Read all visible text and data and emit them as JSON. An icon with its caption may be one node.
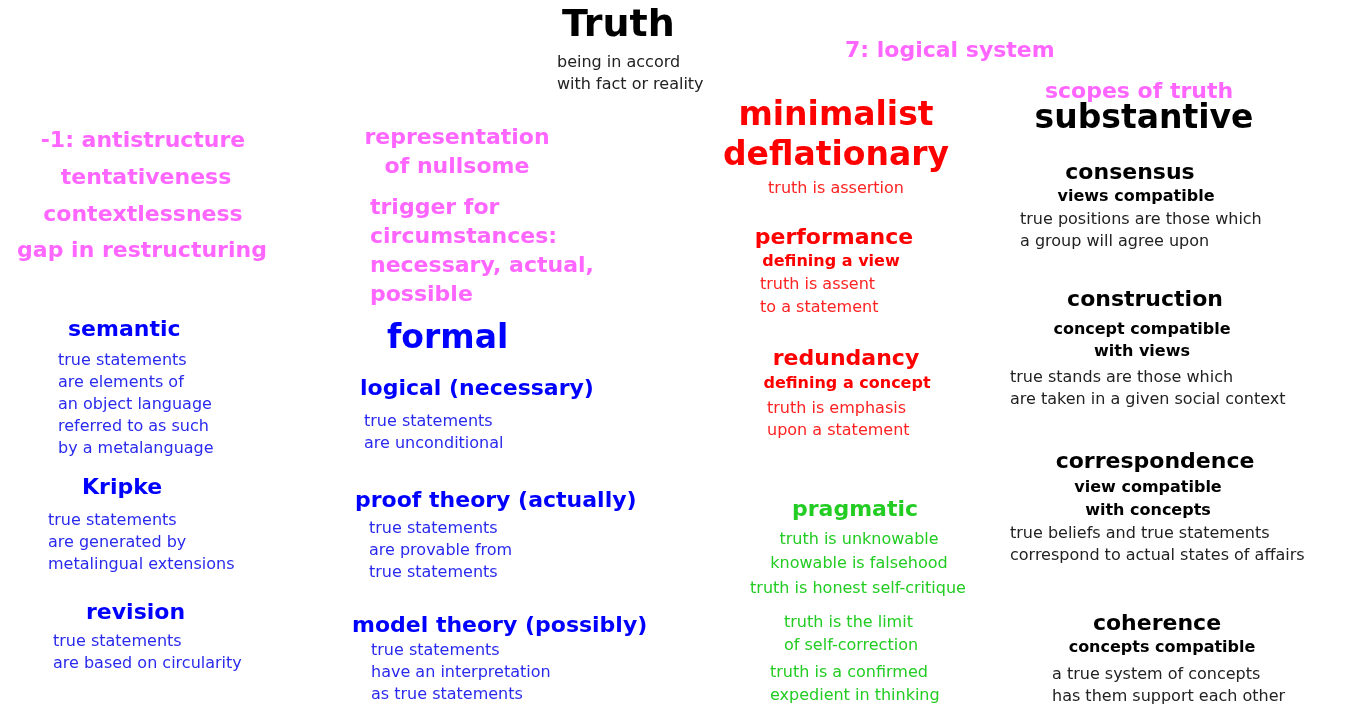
{
  "diagram": {
    "title": "Truth",
    "labels": [
      "being in accord with fact or reality",
      "7: logical system",
      "-1: antistructure",
      "tentativeness",
      "contextlessness",
      "gap in restructuring",
      "representation of nullsome",
      "trigger for circumstances: necessary, actual, possible",
      "formal",
      "semantic",
      "true statements are elements of an object language referred to as such by a metalanguage",
      "logical (necessary)",
      "true statements are unconditional",
      "Kripke",
      "true statements are generated by metalingual extensions",
      "proof theory (actually)",
      "true statements are provable from true statements",
      "revision",
      "true statements are based on circularity",
      "model theory (possibly)",
      "true statements have an interpretation as true statements",
      "minimalist deflationary",
      "truth is assertion",
      "performance",
      "defining a view",
      "truth is assent to a statement",
      "redundancy",
      "defining a concept",
      "truth is emphasis upon a statement",
      "pragmatic",
      "truth is unknowable",
      "knowable is falsehood",
      "truth is honest self-critique",
      "truth is the limit of self-correction",
      "truth is a confirmed expedient in thinking",
      "scopes of truth",
      "substantive",
      "consensus",
      "views compatible",
      "true positions are those which a group will agree upon",
      "construction",
      "concept compatible with views",
      "true stands are those which are taken in a given social context",
      "correspondence",
      "view compatible with concepts",
      "true beliefs and true statements correspond to actual states of affairs",
      "coherence",
      "concepts compatible",
      "a true system of concepts has them support each other"
    ]
  }
}
